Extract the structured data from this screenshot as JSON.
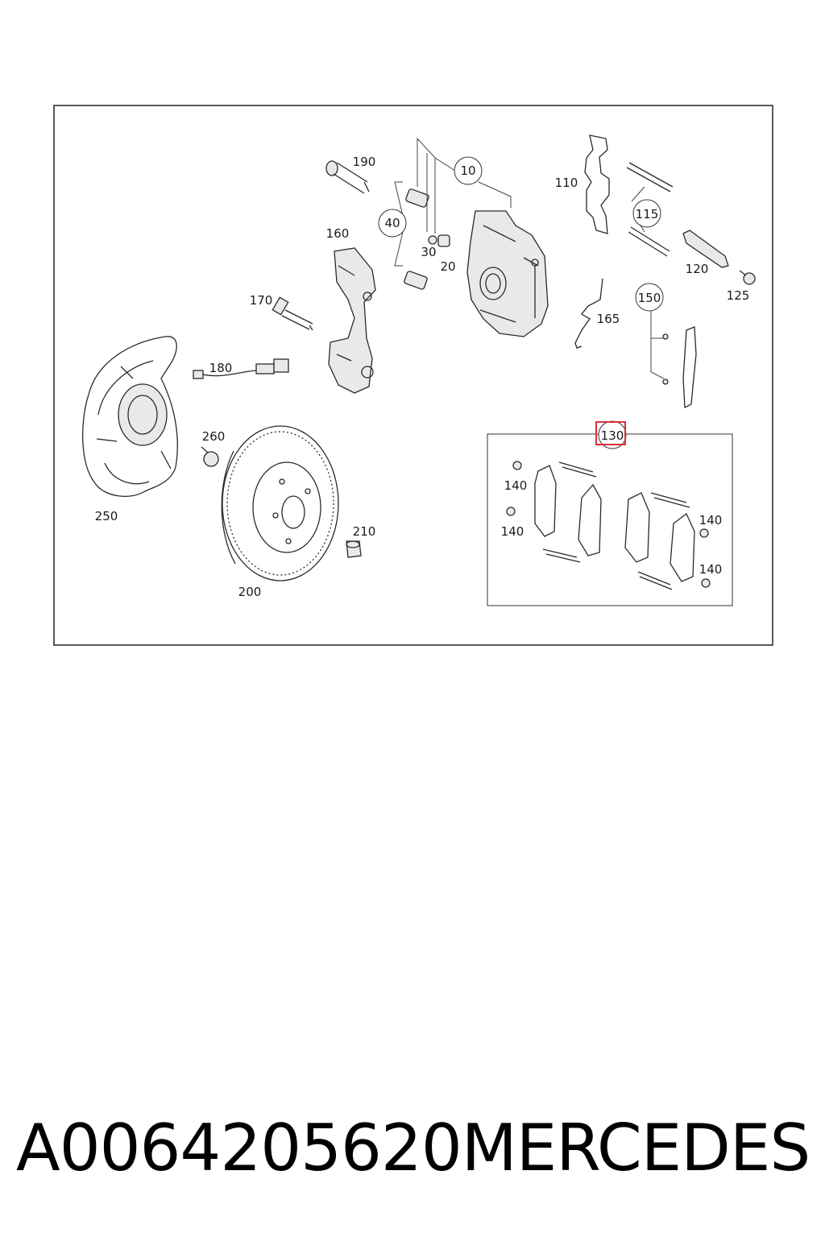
{
  "labels": {
    "l10": "10",
    "l20": "20",
    "l30": "30",
    "l40": "40",
    "l110": "110",
    "l115": "115",
    "l120": "120",
    "l125": "125",
    "l130": "130",
    "l140a": "140",
    "l140b": "140",
    "l140c": "140",
    "l140d": "140",
    "l150": "150",
    "l160": "160",
    "l165": "165",
    "l170": "170",
    "l180": "180",
    "l190": "190",
    "l200": "200",
    "l210": "210",
    "l250": "250",
    "l260": "260"
  },
  "highlight_color": "#d9303a",
  "footer": {
    "part_number": "A0064205620",
    "brand": "MERCEDES"
  }
}
